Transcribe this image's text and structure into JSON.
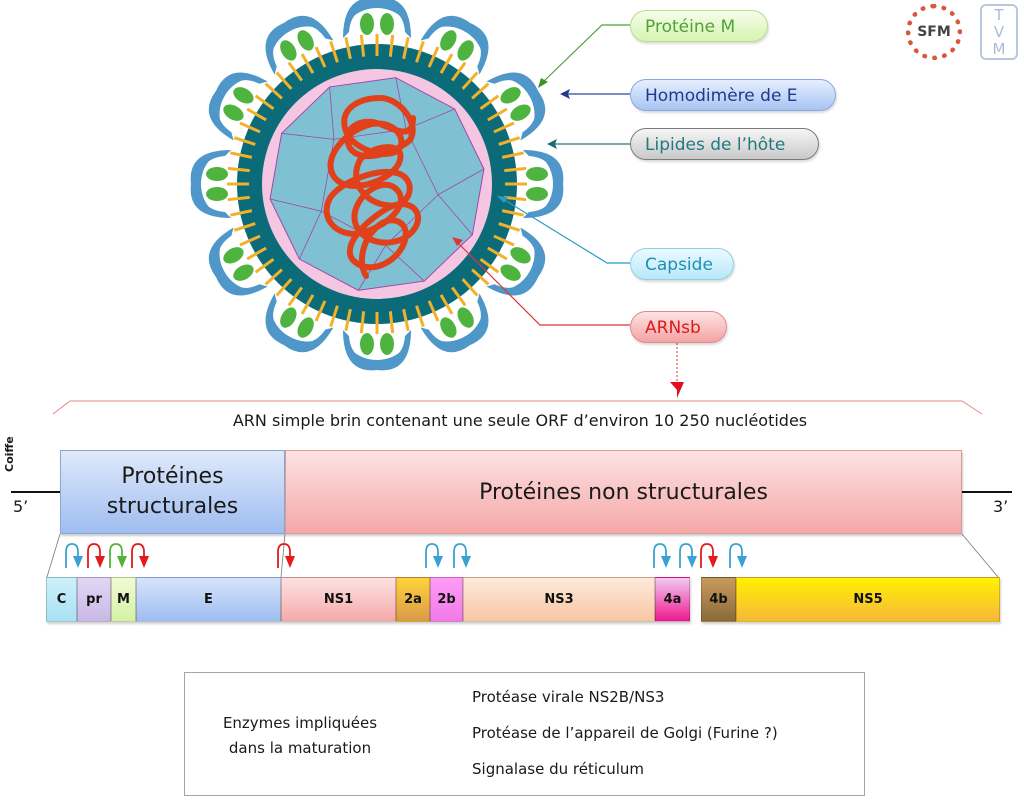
{
  "logos": {
    "sfm": {
      "text": "SFM",
      "icon": "sfm-logo-icon"
    },
    "tvm": {
      "letters": [
        "T",
        "V",
        "M"
      ],
      "icon": "tvm-logo-icon"
    }
  },
  "virion": {
    "labels": {
      "proteine_m": "Protéine M",
      "homodimere_e": "Homodimère de E",
      "lipides": "Lipides de l’hôte",
      "capside": "Capside",
      "arnsb": "ARNsb"
    },
    "colors": {
      "envelope": "#0c6b78",
      "pink_layer": "#f5c6e2",
      "capsid": "#7fc1d3",
      "capsid_edges": "#a347a8",
      "rna": "#e0401a",
      "e_protein": "#4f97c9",
      "m_protein": "#4fb33f",
      "anchors": "#f2b12b"
    }
  },
  "genome": {
    "title": "ARN simple brin contenant une seule ORF d’environ 10 250 nucléotides",
    "cap_label": "Coiffe",
    "five_prime": "5’",
    "three_prime": "3’",
    "structural_label_line1": "Protéines",
    "structural_label_line2": "structurales",
    "nonstructural_label": "Protéines non structurales",
    "segments": [
      {
        "name": "C",
        "color_top": "#cdf0fb",
        "color_bottom": "#a8e1f3"
      },
      {
        "name": "pr",
        "color_top": "#e3d7f3",
        "color_bottom": "#c9b8e6"
      },
      {
        "name": "M",
        "color_top": "#f1fbd2",
        "color_bottom": "#d5f1a8"
      },
      {
        "name": "E",
        "color_top": "#d6e4fb",
        "color_bottom": "#9fbdf0"
      },
      {
        "name": "NS1",
        "color_top": "#fde2e2",
        "color_bottom": "#f5a9a9"
      },
      {
        "name": "2a",
        "color_top": "#ffd23a",
        "color_bottom": "#d99a4a"
      },
      {
        "name": "2b",
        "color_top": "#ff9cf5",
        "color_bottom": "#f07ae8"
      },
      {
        "name": "NS3",
        "color_top": "#fde9dc",
        "color_bottom": "#f9c6a3"
      },
      {
        "name": "4a",
        "color_top": "#f3c9f5",
        "color_bottom": "#ec1a8c"
      },
      {
        "name": "4b",
        "color_top": "#c99a5c",
        "color_bottom": "#8a6a3a"
      },
      {
        "name": "NS5",
        "color_top": "#fff100",
        "color_bottom": "#f6b73c"
      }
    ],
    "cleavages": [
      {
        "between": "C/pr",
        "enzyme": "viral"
      },
      {
        "between": "C/pr",
        "enzyme": "signalase"
      },
      {
        "between": "pr/M",
        "enzyme": "golgi"
      },
      {
        "between": "M/E",
        "enzyme": "signalase"
      },
      {
        "between": "E/NS1",
        "enzyme": "signalase"
      },
      {
        "between": "2a/2b",
        "enzyme": "viral"
      },
      {
        "between": "2b/NS3",
        "enzyme": "viral"
      },
      {
        "between": "NS3/4a",
        "enzyme": "viral"
      },
      {
        "between": "4a/4b",
        "enzyme": "viral"
      },
      {
        "between": "4a/4b",
        "enzyme": "signalase"
      },
      {
        "between": "4b/NS5",
        "enzyme": "viral"
      }
    ]
  },
  "legend": {
    "title_line1": "Enzymes impliquées",
    "title_line2": "dans la maturation",
    "items": [
      {
        "enzyme": "viral",
        "label": "Protéase virale NS2B/NS3",
        "color": "#3ba3cf"
      },
      {
        "enzyme": "golgi",
        "label": "Protéase de l’appareil de Golgi (Furine ?)",
        "color": "#55b33b"
      },
      {
        "enzyme": "signalase",
        "label": "Signalase du réticulum",
        "color": "#e31b1b"
      }
    ]
  }
}
